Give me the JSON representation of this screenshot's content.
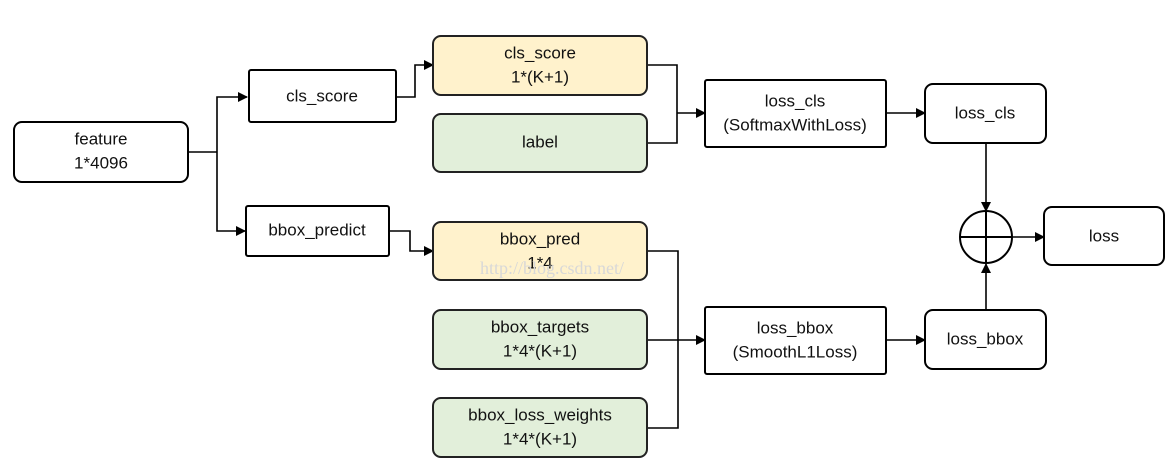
{
  "diagram": {
    "nodes": {
      "feature": {
        "lines": [
          "feature",
          "1*4096"
        ]
      },
      "cls_score": {
        "lines": [
          "cls_score"
        ]
      },
      "bbox_predict": {
        "lines": [
          "bbox_predict"
        ]
      },
      "cls_score_out": {
        "lines": [
          "cls_score",
          "1*(K+1)"
        ]
      },
      "label": {
        "lines": [
          "label"
        ]
      },
      "bbox_pred": {
        "lines": [
          "bbox_pred",
          "1*4"
        ]
      },
      "bbox_targets": {
        "lines": [
          "bbox_targets",
          "1*4*(K+1)"
        ]
      },
      "bbox_loss_weights": {
        "lines": [
          "bbox_loss_weights",
          "1*4*(K+1)"
        ]
      },
      "loss_cls_layer": {
        "lines": [
          "loss_cls",
          "(SoftmaxWithLoss)"
        ]
      },
      "loss_bbox_layer": {
        "lines": [
          "loss_bbox",
          "(SmoothL1Loss)"
        ]
      },
      "loss_cls": {
        "lines": [
          "loss_cls"
        ]
      },
      "loss_bbox": {
        "lines": [
          "loss_bbox"
        ]
      },
      "loss": {
        "lines": [
          "loss"
        ]
      }
    },
    "sum_operator": "plus-circle-icon",
    "watermark": "http://blog.csdn.net/",
    "colors": {
      "yellow_fill": "#fff2cc",
      "green_fill": "#e2efda",
      "plain_fill": "#ffffff",
      "stroke": "#000000"
    }
  }
}
